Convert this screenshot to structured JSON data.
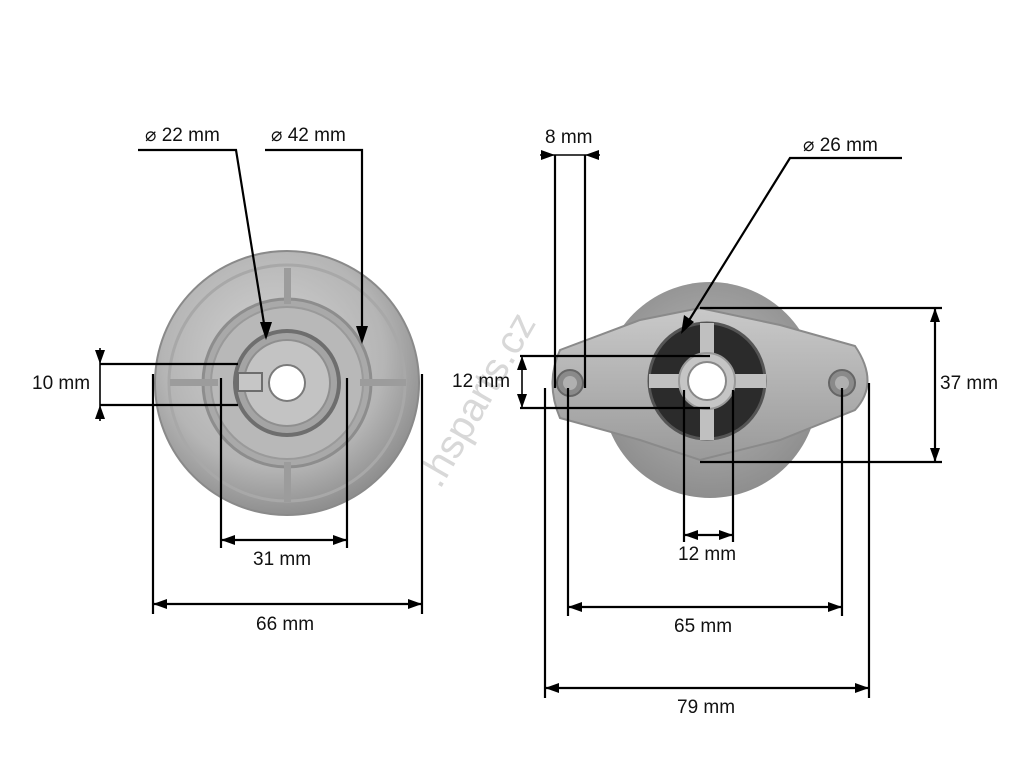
{
  "watermark": ".hsparts.cz",
  "left_view": {
    "inner_diameter": "⌀ 22 mm",
    "outer_ring_diameter": "⌀ 42 mm",
    "slot_height": "10 mm",
    "inner_width": "31 mm",
    "total_width": "66 mm"
  },
  "right_view": {
    "pin_width": "8 mm",
    "hub_diameter": "⌀ 26 mm",
    "flange_height": "12 mm",
    "flange_outer_height": "37 mm",
    "slot_width": "12 mm",
    "hole_spacing": "65 mm",
    "total_width": "79 mm"
  },
  "colors": {
    "metal_light": "#bdbdbd",
    "metal_mid": "#9e9e9e",
    "metal_dark": "#7a7a7a",
    "rubber": "#2b2b2b"
  }
}
